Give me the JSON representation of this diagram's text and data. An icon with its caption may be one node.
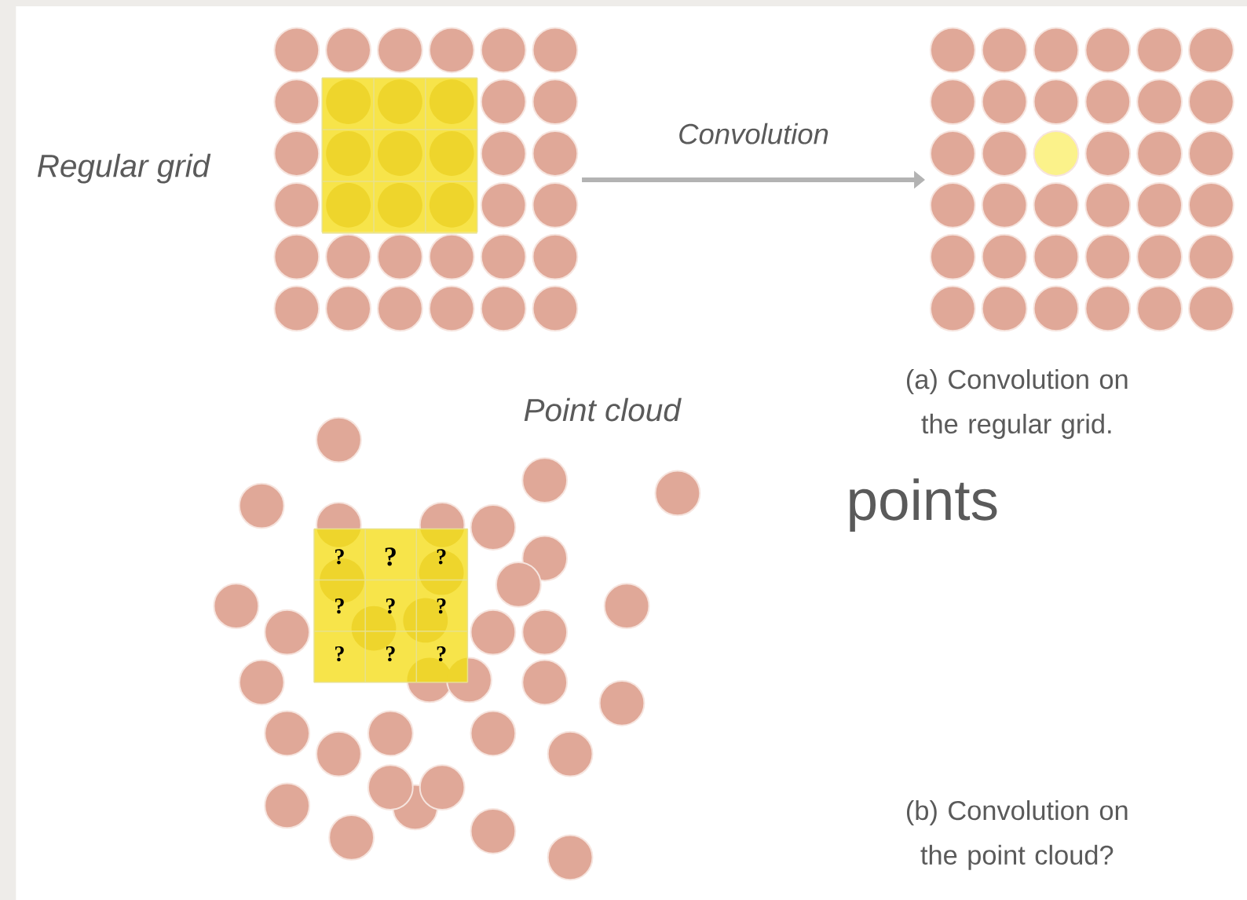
{
  "diagram": {
    "nodes": [
      {
        "text": [],
        "shape": "grid"
      },
      {
        "text": [],
        "shape": "grid"
      }
    ],
    "edges": [
      {
        "from": 0,
        "to": 1,
        "arrow": "to",
        "label": "Convolution"
      }
    ],
    "labels": [
      "Regular grid",
      "Point cloud",
      "(a) Convolution on the regular grid.",
      "points",
      "?",
      "?",
      "?",
      "?",
      "?",
      "?",
      "?",
      "?",
      "?",
      "(b) Convolution on the point cloud?"
    ]
  }
}
